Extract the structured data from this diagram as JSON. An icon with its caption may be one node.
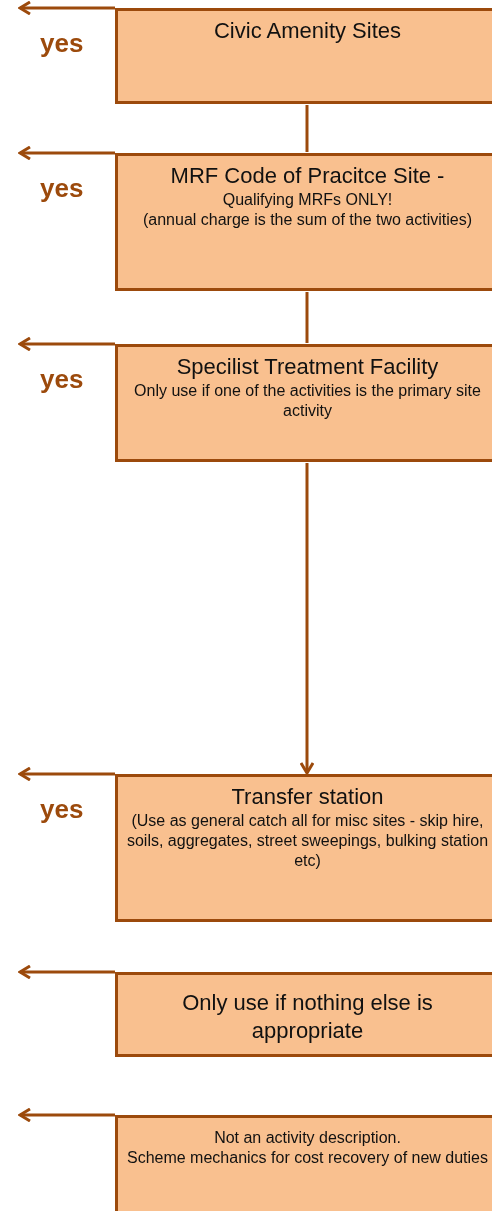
{
  "diagram": {
    "nodes": [
      {
        "text": [
          "Civic Amenity Sites"
        ]
      },
      {
        "text": [
          "MRF Code of Pracitce Site -",
          "Qualifying MRFs ONLY!",
          "(annual charge is the sum of the two activities)"
        ]
      },
      {
        "text": [
          "Specilist Treatment Facility",
          "Only use if one of the activities is the primary site activity"
        ]
      },
      {
        "text": [
          "Transfer station",
          "(Use as general catch all for misc sites - skip hire, soils, aggregates, street sweepings, bulking station etc)"
        ]
      },
      {
        "text": [
          "Only use if nothing else is appropriate"
        ]
      },
      {
        "text": [
          "Not an activity description.",
          "Scheme mechanics for cost recovery of new duties"
        ]
      }
    ],
    "edges": [
      {
        "from": 0,
        "to": null,
        "arrow": "to",
        "label": "yes"
      },
      {
        "from": 0,
        "to": 1,
        "arrow": "none"
      },
      {
        "from": 1,
        "to": null,
        "arrow": "to",
        "label": "yes"
      },
      {
        "from": 1,
        "to": 2,
        "arrow": "none"
      },
      {
        "from": 2,
        "to": null,
        "arrow": "to",
        "label": "yes"
      },
      {
        "from": 2,
        "to": 3,
        "arrow": "to"
      },
      {
        "from": 3,
        "to": null,
        "arrow": "to",
        "label": "yes"
      },
      {
        "from": 4,
        "to": null,
        "arrow": "to"
      },
      {
        "from": 5,
        "to": null,
        "arrow": "to"
      }
    ]
  }
}
